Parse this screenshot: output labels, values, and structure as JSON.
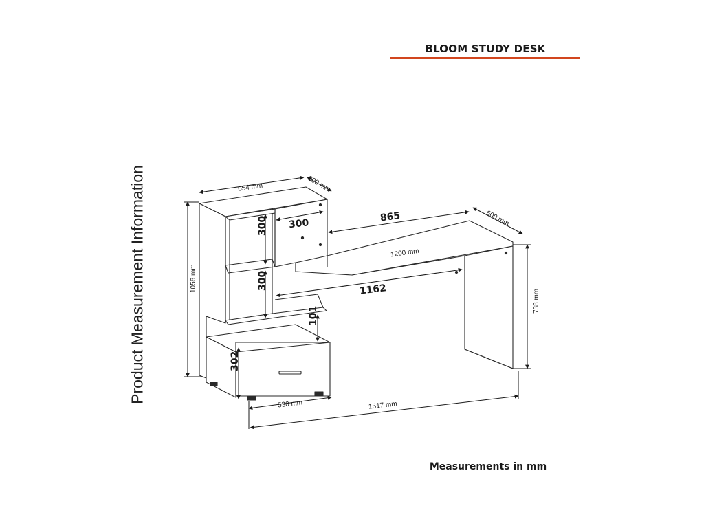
{
  "header": {
    "title": "BLOOM STUDY DESK"
  },
  "side_label": "Product Measurement Information",
  "footer": "Measurements in mm",
  "dimensions": {
    "shelf_width": "654 mm",
    "shelf_depth": "300 mm",
    "upper_opening": "300",
    "shelf_height_upper": "300",
    "shelf_height_lower": "300",
    "desk_overlap": "865",
    "desk_depth": "600 mm",
    "desk_width": "1200 mm",
    "desk_inner": "1162",
    "total_height": "1056 mm",
    "desk_height": "738 mm",
    "gap_height": "101",
    "drawer_height": "302",
    "drawer_width": "530 mm",
    "total_width": "1517 mm"
  }
}
